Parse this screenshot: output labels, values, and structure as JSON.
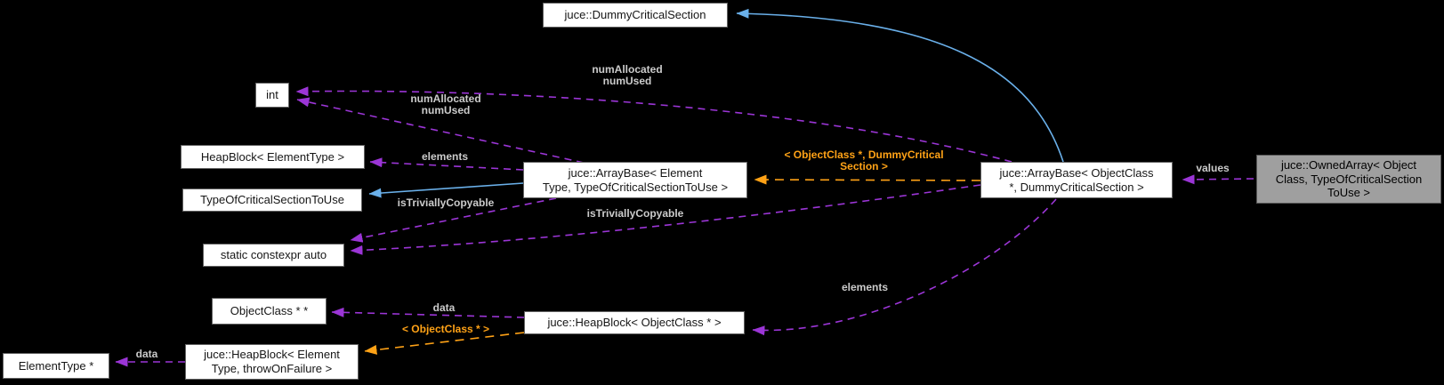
{
  "diagram": {
    "nodes": {
      "dummy_critical_section": {
        "label": "juce::DummyCriticalSection"
      },
      "int_type": {
        "label": "int"
      },
      "heapblock_elementtype": {
        "label": "HeapBlock< ElementType >"
      },
      "type_of_critical_section_to_use": {
        "label": "TypeOfCriticalSectionToUse"
      },
      "static_constexpr_auto": {
        "label": "static constexpr auto"
      },
      "objectclass_ptr_ptr": {
        "label": "ObjectClass * *"
      },
      "heapblock_objectclass_ptr": {
        "label": "juce::HeapBlock< ObjectClass * >"
      },
      "heapblock_elementtype_throw": {
        "label": "juce::HeapBlock< Element\nType, throwOnFailure >"
      },
      "elementtype_ptr": {
        "label": "ElementType *"
      },
      "arraybase_elementtype": {
        "label": "juce::ArrayBase< Element\nType, TypeOfCriticalSectionToUse >"
      },
      "arraybase_objectclass": {
        "label": "juce::ArrayBase< ObjectClass\n*, DummyCriticalSection >"
      },
      "ownedarray": {
        "label": "juce::OwnedArray< Object\nClass, TypeOfCriticalSection\nToUse >"
      }
    },
    "edge_labels": {
      "num_allocated_top": "numAllocated\nnumUsed",
      "num_allocated_mid": "numAllocated\nnumUsed",
      "elements_top": "elements",
      "is_trivially_copyable_left": "isTriviallyCopyable",
      "is_trivially_copyable_mid": "isTriviallyCopyable",
      "template_args_top": "< ObjectClass *, DummyCritical\nSection >",
      "values": "values",
      "elements_bottom": "elements",
      "data_top": "data",
      "template_args_bottom": "< ObjectClass * >",
      "data_bottom": "data"
    },
    "colors": {
      "background": "#000000",
      "node_fill": "#ffffff",
      "node_border": "#636363",
      "current_node_fill": "#9f9f9f",
      "usage_edge_purple": "#9b35d6",
      "inheritance_edge_blue": "#6ab0ea",
      "template_edge_orange": "#ffa216",
      "edge_label_text": "#cbcbcb"
    }
  }
}
